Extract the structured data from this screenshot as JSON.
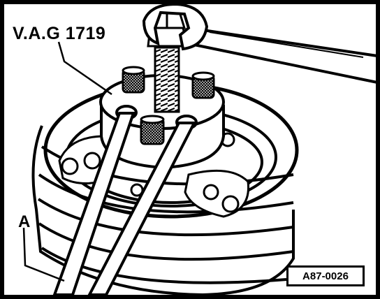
{
  "labels": {
    "tool": "V.A.G 1719",
    "part": "A",
    "reference": "A87-0026"
  }
}
